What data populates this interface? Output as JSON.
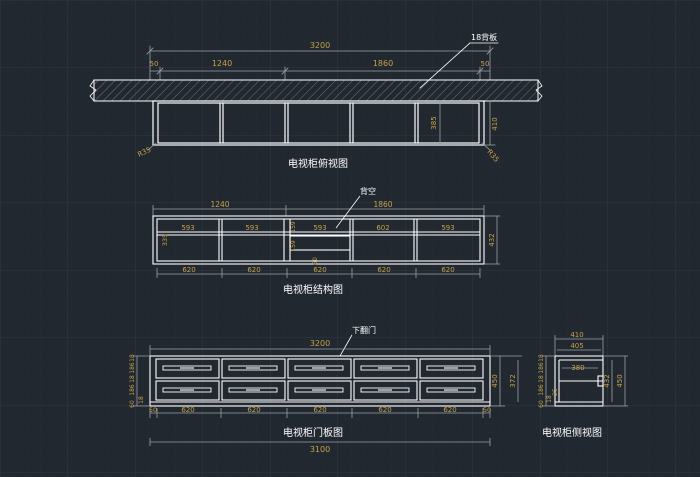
{
  "colors": {
    "background": "#212830",
    "grid": "#2b333c",
    "cabinet": "#ffffff",
    "dimension": "#c8a24a",
    "dim_line": "#9aa0a6",
    "label": "#ffffff"
  },
  "top_view": {
    "title": "电视柜俯视图",
    "overall": "3200",
    "sub_left": "1240",
    "sub_right": "1860",
    "end_left": "50",
    "end_right": "50",
    "leader_label": "18背板",
    "height_inner": "385",
    "height_outer": "410",
    "radius_left": "R35",
    "radius_right": "R35"
  },
  "structure_view": {
    "title": "电视柜结构图",
    "top_left": "1240",
    "top_right": "1860",
    "leader_label": "背空",
    "col_widths": [
      "593",
      "593",
      "593",
      "602",
      "593"
    ],
    "bottom_widths": [
      "620",
      "620",
      "620",
      "620",
      "620"
    ],
    "left_height": "335",
    "mid_heights": [
      "159",
      "159"
    ],
    "mid_bottom": "60",
    "right_height": "432"
  },
  "door_view": {
    "title": "电视柜门板图",
    "leader_label": "下翻门",
    "overall_top": "3200",
    "overall_bottom": "3100",
    "end_left": "50",
    "end_right": "50",
    "bottom_widths": [
      "620",
      "620",
      "620",
      "620",
      "620"
    ],
    "left_stack": [
      "18",
      "186",
      "18",
      "186",
      "18"
    ],
    "left_bottom": "60",
    "right_outer": "450",
    "right_inner": "372"
  },
  "side_view": {
    "title": "电视柜侧视图",
    "top_outer": "410",
    "top_inner": "405",
    "mid_width": "380",
    "left_stack": [
      "18",
      "186",
      "18",
      "186",
      "18"
    ],
    "left_bottom": "60",
    "label_25": "25",
    "right_inner": "432",
    "right_outer": "450"
  }
}
